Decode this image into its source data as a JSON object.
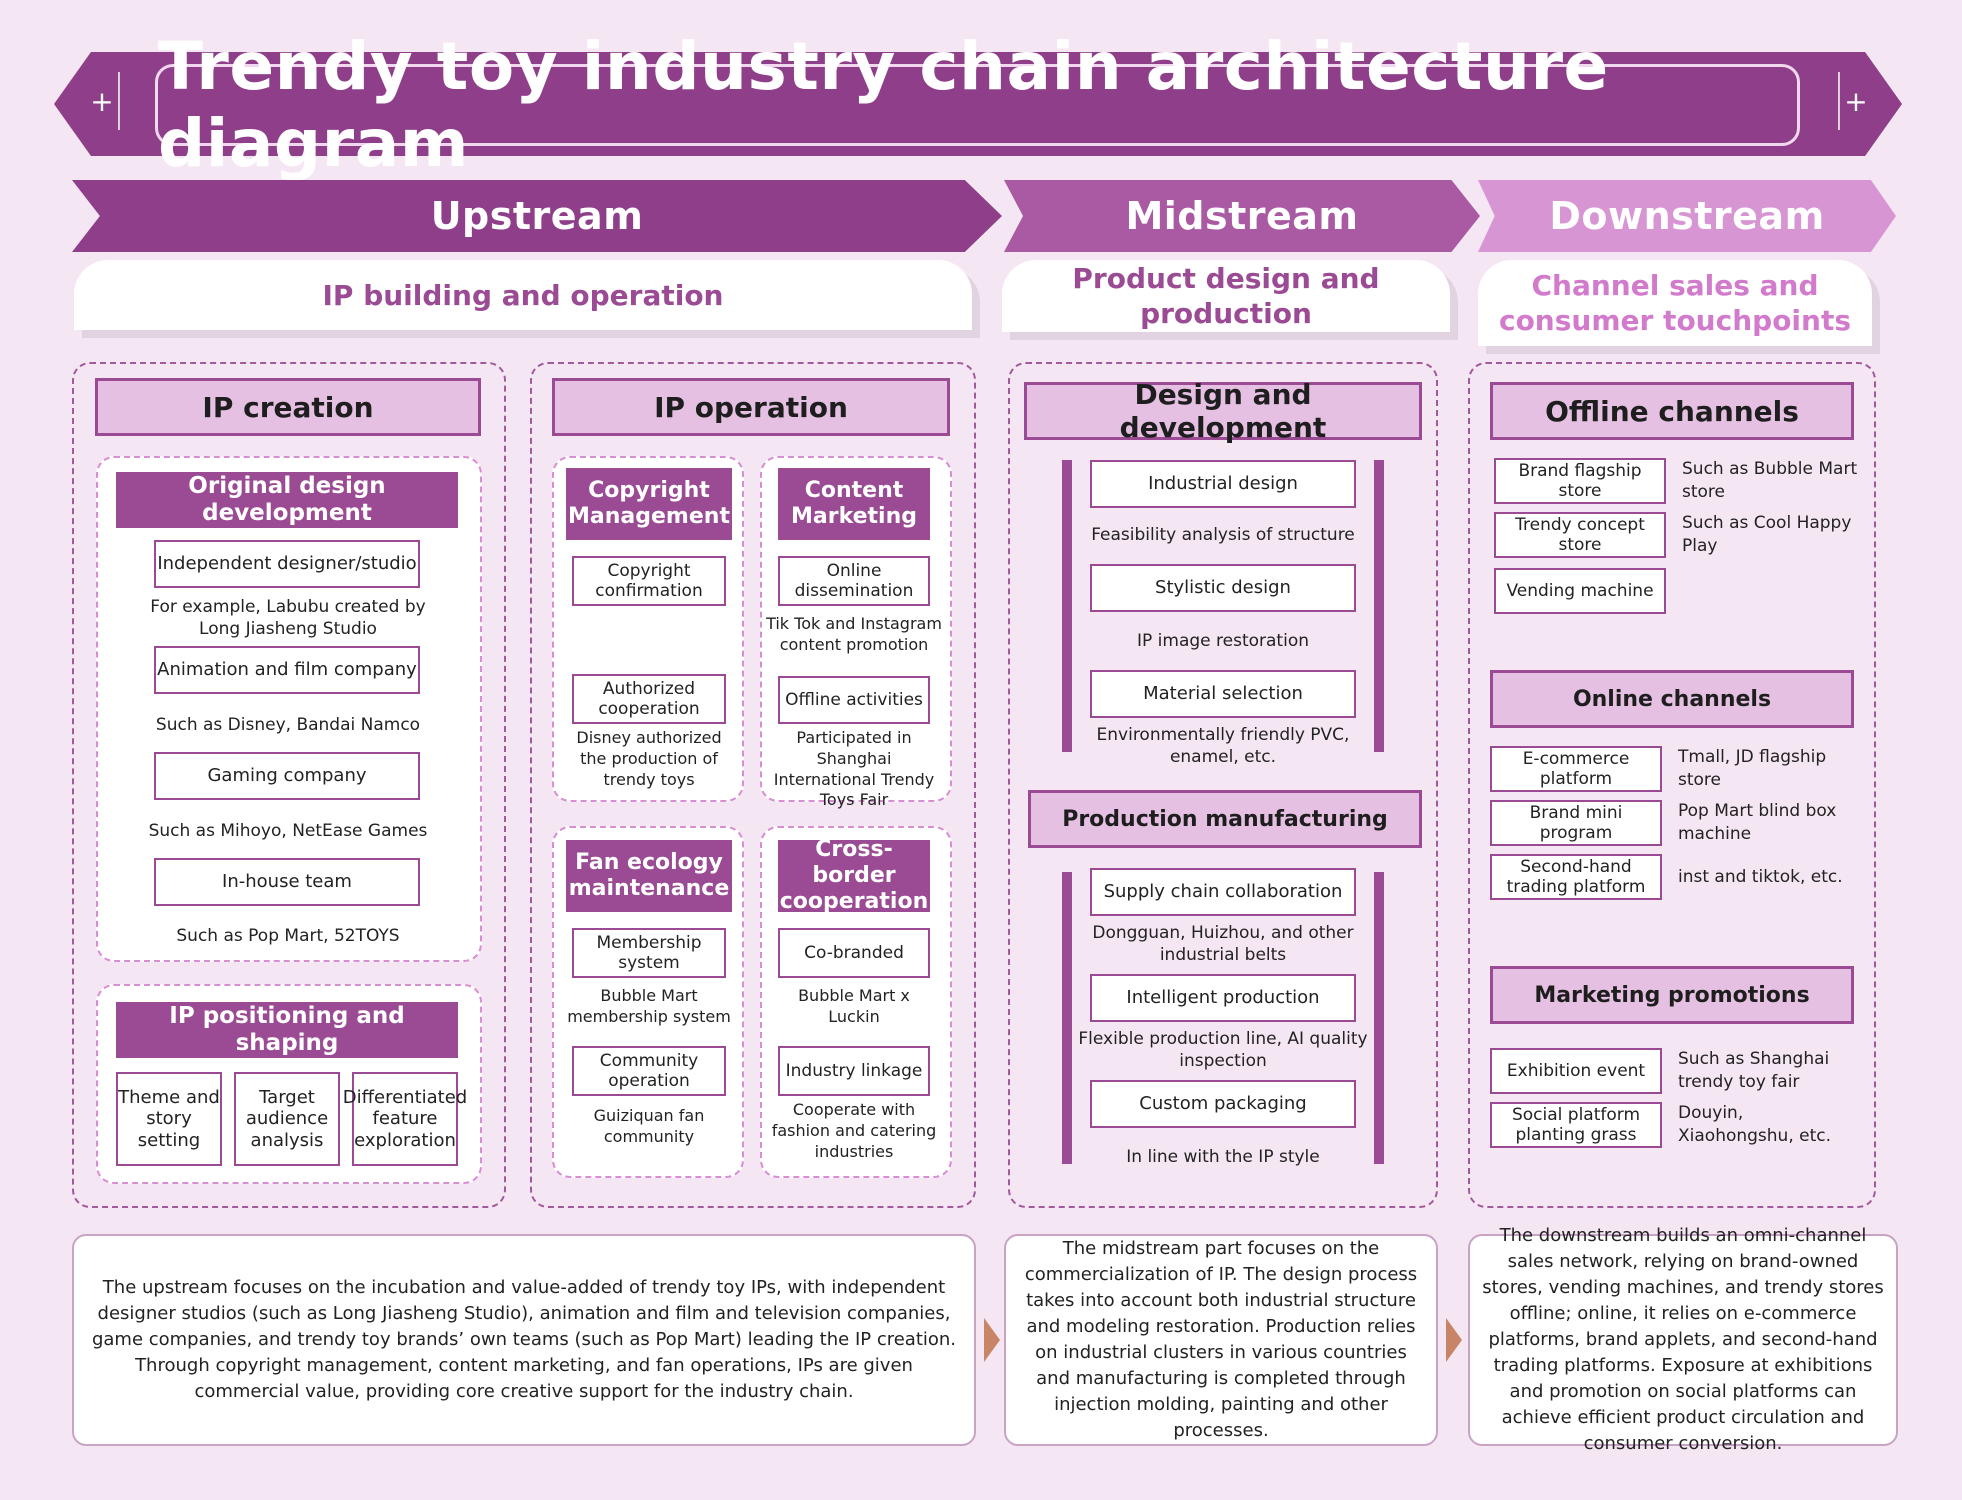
{
  "title": "Trendy toy industry chain architecture diagram",
  "title_icons": {
    "left": "+",
    "right": "+"
  },
  "streams": {
    "upstream": "Upstream",
    "midstream": "Midstream",
    "downstream": "Downstream"
  },
  "subheadings": {
    "upstream": "IP building and operation",
    "midstream": "Product design and production",
    "downstream": "Channel sales and consumer touchpoints"
  },
  "upstream": {
    "ip_creation": {
      "title": "IP creation",
      "original_design": {
        "title": "Original design development",
        "items": [
          {
            "label": "Independent designer/studio",
            "note": "For example, Labubu created by Long Jiasheng Studio"
          },
          {
            "label": "Animation and film company",
            "note": "Such as Disney, Bandai Namco"
          },
          {
            "label": "Gaming company",
            "note": "Such as Mihoyo, NetEase Games"
          },
          {
            "label": "In-house team",
            "note": "Such as Pop Mart, 52TOYS"
          }
        ]
      },
      "positioning": {
        "title": "IP positioning and shaping",
        "items": [
          "Theme and story setting",
          "Target audience analysis",
          "Differentiated feature exploration"
        ]
      }
    },
    "ip_operation": {
      "title": "IP operation",
      "copyright": {
        "title": "Copyright Management",
        "items": [
          {
            "label": "Copyright confirmation",
            "note": ""
          },
          {
            "label": "Authorized cooperation",
            "note": "Disney authorized the production of trendy toys"
          }
        ]
      },
      "content": {
        "title": "Content Marketing",
        "items": [
          {
            "label": "Online dissemination",
            "note": "Tik Tok and Instagram content promotion"
          },
          {
            "label": "Offline activities",
            "note": "Participated in Shanghai International Trendy Toys Fair"
          }
        ]
      },
      "fan": {
        "title": "Fan ecology maintenance",
        "items": [
          {
            "label": "Membership system",
            "note": "Bubble Mart membership system"
          },
          {
            "label": "Community operation",
            "note": "Guiziquan fan community"
          }
        ]
      },
      "crossborder": {
        "title": "Cross-border cooperation",
        "items": [
          {
            "label": "Co-branded",
            "note": "Bubble Mart x Luckin"
          },
          {
            "label": "Industry linkage",
            "note": "Cooperate with fashion and catering industries"
          }
        ]
      }
    }
  },
  "midstream": {
    "design_dev": {
      "title": "Design and development",
      "items": [
        {
          "label": "Industrial design",
          "note": "Feasibility analysis of structure"
        },
        {
          "label": "Stylistic design",
          "note": "IP image restoration"
        },
        {
          "label": "Material selection",
          "note": "Environmentally friendly PVC, enamel, etc."
        }
      ]
    },
    "production": {
      "title": "Production manufacturing",
      "items": [
        {
          "label": "Supply chain collaboration",
          "note": "Dongguan, Huizhou, and other industrial belts"
        },
        {
          "label": "Intelligent production",
          "note": "Flexible production line, AI quality inspection"
        },
        {
          "label": "Custom packaging",
          "note": "In line with the IP style"
        }
      ]
    }
  },
  "downstream": {
    "offline": {
      "title": "Offline channels",
      "items": [
        {
          "label": "Brand flagship store",
          "note": "Such as Bubble Mart store"
        },
        {
          "label": "Trendy concept store",
          "note": "Such as Cool Happy Play"
        },
        {
          "label": "Vending machine",
          "note": ""
        }
      ]
    },
    "online": {
      "title": "Online channels",
      "items": [
        {
          "label": "E-commerce platform",
          "note": "Tmall, JD flagship store"
        },
        {
          "label": "Brand mini program",
          "note": "Pop Mart blind box machine"
        },
        {
          "label": "Second-hand trading platform",
          "note": "inst and tiktok, etc."
        }
      ]
    },
    "marketing": {
      "title": "Marketing promotions",
      "items": [
        {
          "label": "Exhibition event",
          "note": "Such as Shanghai trendy toy fair"
        },
        {
          "label": "Social platform planting grass",
          "note": "Douyin, Xiaohongshu, etc."
        }
      ]
    }
  },
  "summaries": {
    "upstream": "The upstream focuses on the incubation and value-added of trendy toy IPs, with independent designer studios (such as Long Jiasheng Studio), animation and film and television companies, game companies, and trendy toy brands’ own teams (such as Pop Mart) leading the IP creation. Through copyright management, content marketing, and fan operations, IPs are given commercial value, providing core creative support for the industry chain.",
    "midstream": "The midstream part focuses on the commercialization of IP. The design process takes into account both industrial structure and modeling restoration. Production relies on industrial clusters in various countries and manufacturing is completed through injection molding, painting and other processes.",
    "downstream": "The downstream builds an omni-channel sales network, relying on brand-owned stores, vending machines, and trendy stores offline; online, it relies on e-commerce platforms, brand applets, and second-hand trading platforms. Exposure at exhibitions and promotion on social platforms can achieve efficient product circulation and consumer conversion."
  }
}
